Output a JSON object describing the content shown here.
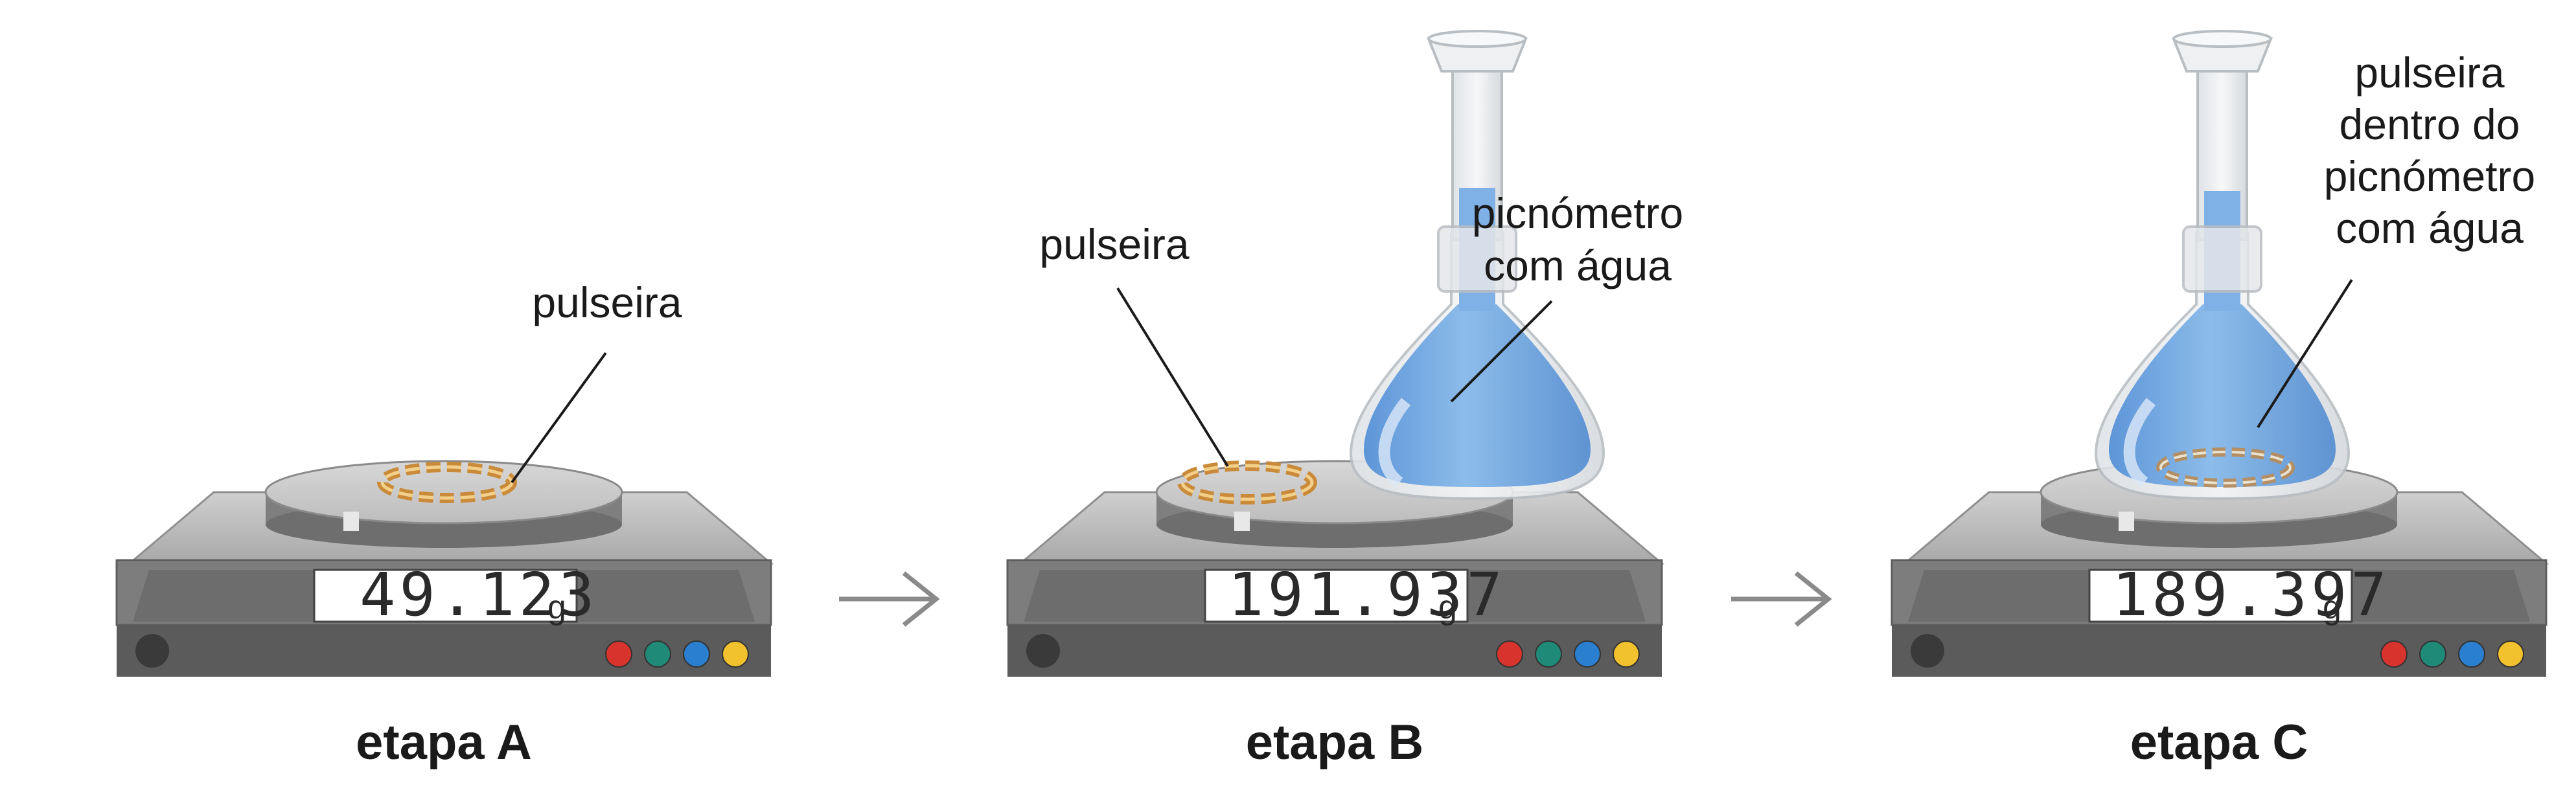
{
  "stages": [
    {
      "id": "A",
      "label": "etapa A",
      "reading": "49.123",
      "unit": "g",
      "callouts": [
        {
          "id": "bracelet",
          "lines": [
            "pulseira"
          ]
        }
      ]
    },
    {
      "id": "B",
      "label": "etapa B",
      "reading": "191.937",
      "unit": "g",
      "callouts": [
        {
          "id": "bracelet",
          "lines": [
            "pulseira"
          ]
        },
        {
          "id": "pycnometer",
          "lines": [
            "picnómetro",
            "com água"
          ]
        }
      ]
    },
    {
      "id": "C",
      "label": "etapa C",
      "reading": "189.397",
      "unit": "g",
      "callouts": [
        {
          "id": "bracelet-in-pycnometer",
          "lines": [
            "pulseira",
            "dentro do",
            "picnómetro",
            "com água"
          ]
        }
      ]
    }
  ],
  "button_colors": [
    "#d8332d",
    "#1f8a78",
    "#2a7fd0",
    "#f2c12e"
  ],
  "colors": {
    "water": "#7fb0e6",
    "bracelet": "#c98a3a",
    "arrow": "#8a8a8a"
  }
}
